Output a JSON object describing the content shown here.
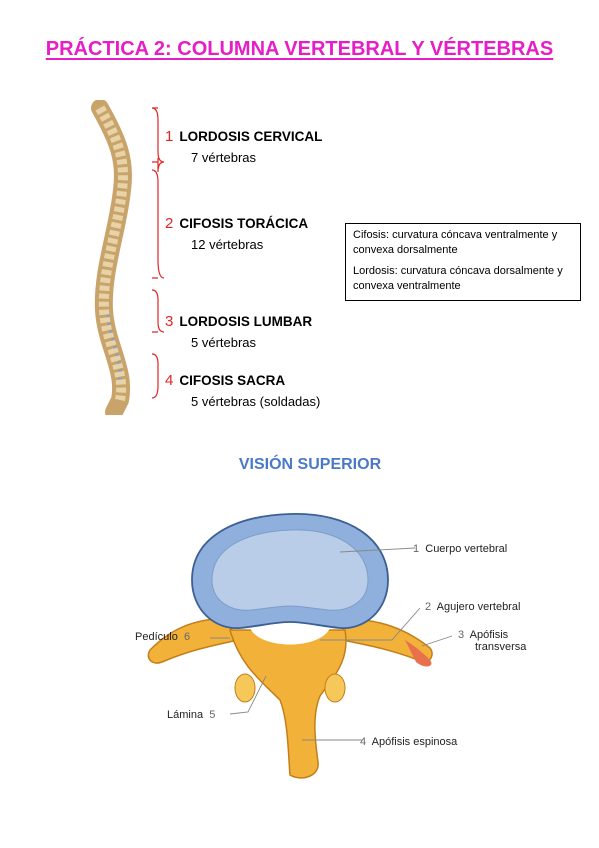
{
  "title": "PRÁCTICA 2: COLUMNA VERTEBRAL Y VÉRTEBRAS",
  "regions": [
    {
      "number": "1",
      "name": "LORDOSIS CERVICAL",
      "count": "7 vértebras"
    },
    {
      "number": "2",
      "name": "CIFOSIS TORÁCICA",
      "count": "12 vértebras"
    },
    {
      "number": "3",
      "name": "LORDOSIS LUMBAR",
      "count": "5 vértebras"
    },
    {
      "number": "4",
      "name": "CIFOSIS SACRA",
      "count": "5 vértebras (soldadas)"
    }
  ],
  "notes": {
    "cifosis": "Cifosis: curvatura cóncava ventralmente y convexa dorsalmente",
    "lordosis": "Lordosis: curvatura cóncava dorsalmente y convexa ventralmente"
  },
  "subtitle": "VISIÓN SUPERIOR",
  "vertebra_labels": {
    "l1": {
      "num": "1",
      "text": "Cuerpo vertebral"
    },
    "l2": {
      "num": "2",
      "text": "Agujero vertebral"
    },
    "l3": {
      "num": "3",
      "text": "Apófisis",
      "text2": "transversa"
    },
    "l4": {
      "num": "4",
      "text": "Apófisis espinosa"
    },
    "l5": {
      "num": "5",
      "text": "Lámina"
    },
    "l6": {
      "num": "6",
      "text": "Pedículo"
    }
  },
  "colors": {
    "title": "#e61ec7",
    "subtitle": "#4a79c8",
    "number": "#e32424",
    "bone": "#f2b23a",
    "body": "#8fb0dc"
  }
}
